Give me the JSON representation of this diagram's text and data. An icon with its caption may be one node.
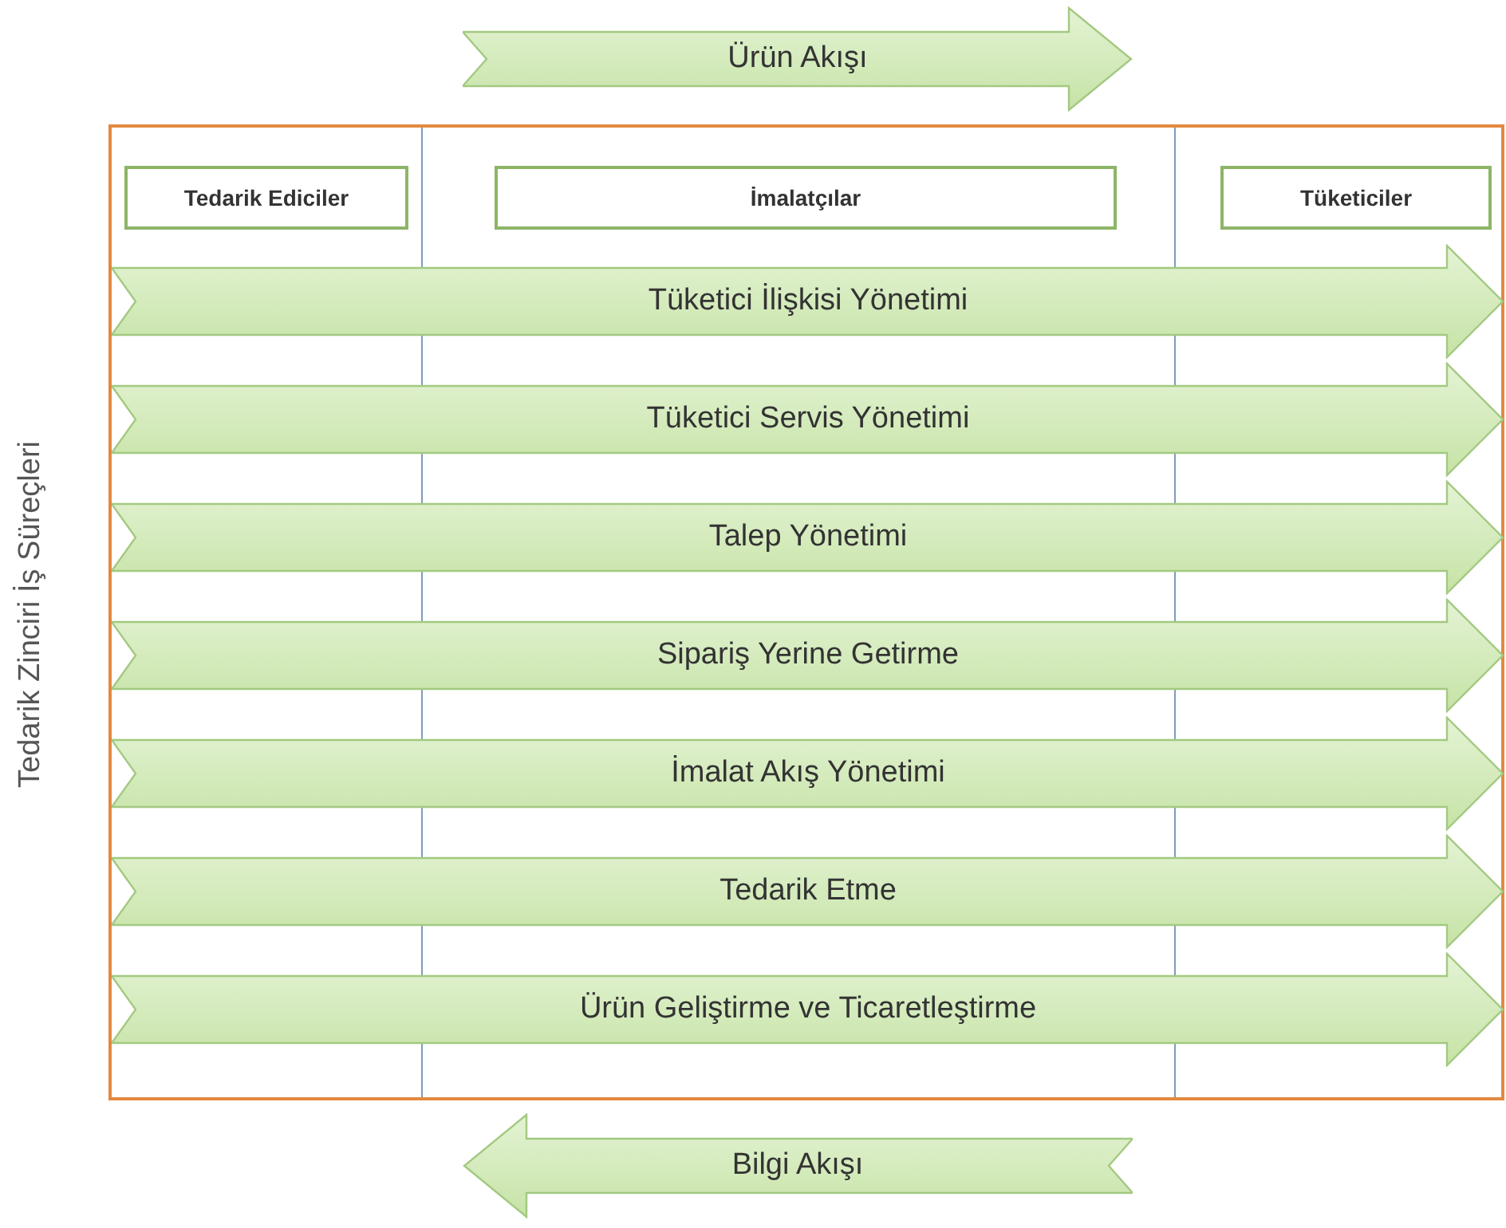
{
  "diagram": {
    "nodes": [
      {
        "text": [
          "Ürün Akışı"
        ]
      },
      {
        "text": [
          "Tedarik Ediciler"
        ]
      },
      {
        "text": [
          "İmalatçılar"
        ]
      },
      {
        "text": [
          "Tüketiciler"
        ]
      },
      {
        "text": [
          "Tüketici İlişkisi Yönetimi"
        ]
      },
      {
        "text": [
          "Tüketici Servis Yönetimi"
        ]
      },
      {
        "text": [
          "Talep Yönetimi"
        ]
      },
      {
        "text": [
          "Sipariş Yerine Getirme"
        ]
      },
      {
        "text": [
          "İmalat Akış Yönetimi"
        ]
      },
      {
        "text": [
          "Tedarik Etme"
        ]
      },
      {
        "text": [
          "Ürün Geliştirme ve Ticaretleştirme"
        ]
      },
      {
        "text": [
          "Bilgi Akışı"
        ]
      }
    ],
    "labels": [
      "Tedarik Zinciri İş Süreçleri"
    ]
  }
}
